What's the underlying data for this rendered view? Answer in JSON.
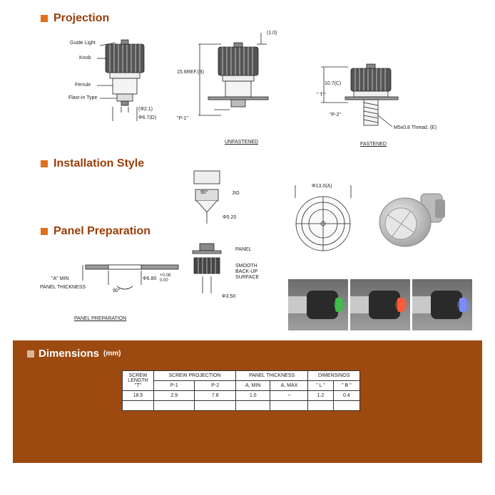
{
  "sections": {
    "projection": "Projection",
    "installation": "Installation Style",
    "panel": "Panel Preparation"
  },
  "projection": {
    "guide_light": "Guide Light",
    "knob": "Knob",
    "ferrule": "Ferrule",
    "flasr_in_type": "Flasr-in Type",
    "phi21": "(Φ2.1)",
    "phi67": "Φ6.7(D)",
    "dim_10": "(1.0)",
    "ref156": "15.6REF.(B)",
    "p1": "\"P-1\"",
    "unfastened": "UNFASTENED",
    "dim_107": "10.7(C)",
    "t_mark": "\" T \"",
    "p2": "\"P-2\"",
    "thread": "M5x0.8 Thread. (E)",
    "fastened": "FASTENED"
  },
  "installation": {
    "angle90": "90°",
    "jig": "JIG",
    "phi520": "Φ5.20",
    "panel": "PANEL",
    "smooth": "SMOOTH",
    "backup": "BACK-UP",
    "surface": "SURFACE",
    "phi350": "Φ3.50",
    "phi130": "Φ13.0(A)"
  },
  "panel_prep": {
    "a_min": "\"A\" MIN",
    "panel_thickness": "PANEL THICKNESS",
    "phi680": "Φ6.80",
    "tol_plus": "+0.08",
    "tol_zero": "0.00",
    "angle90": "90°",
    "caption": "PANEL PREPARATION"
  },
  "photos": [
    {
      "glow": "#3fbf4a"
    },
    {
      "glow": "#ff5a3a"
    },
    {
      "glow": "#7a8cff"
    }
  ],
  "dimensions": {
    "title": "Dimensions",
    "unit": "(mm)",
    "head": {
      "screw_length_1": "SCREW",
      "screw_length_2": "LENGTH",
      "screw_length_3": "\"T\"",
      "screw_projection": "SCREW PROJECTION",
      "panel_thickness": "PANEL THICKNESS",
      "dimensinos": "DIMENSINOS",
      "p1": "P-1",
      "p2": "P-2",
      "a_min": "A, MIN",
      "a_max": "A, MAX",
      "l": "\" L \"",
      "b": "\" B \""
    },
    "rows": [
      [
        "18.5",
        "2.9",
        "7.8",
        "1.0",
        "~",
        "1.2",
        "0.4"
      ],
      [
        "",
        "",
        "",
        "",
        "",
        "",
        ""
      ]
    ]
  },
  "colors": {
    "accent": "#e0701c",
    "heading": "#9a3d0a",
    "panel_bg": "#9c4a10"
  }
}
